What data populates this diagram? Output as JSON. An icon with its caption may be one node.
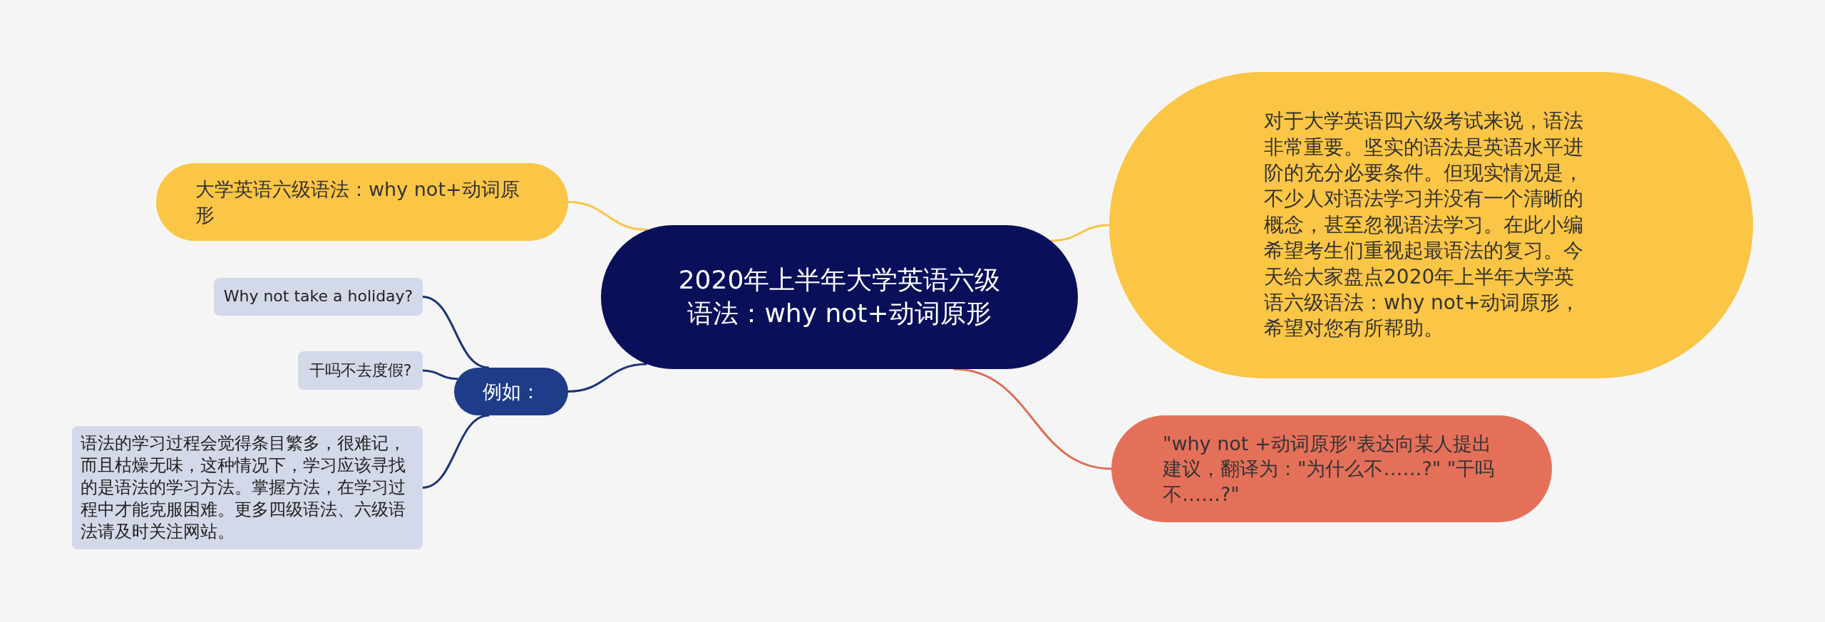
{
  "diagram": {
    "nodes": [
      {
        "text": [
          "2020年上半年大学英语六级语法：why not+动词原形"
        ]
      },
      {
        "text": [
          "大学英语六级语法：why not+动词原形"
        ]
      },
      {
        "text": [
          "对于大学英语四六级考试来说，语法非常重要。坚实的语法是英语水平进阶的充分必要条件。但现实情况是，不少人对语法学习并没有一个清晰的概念，甚至忽视语法学习。在此小编希望考生们重视起最语法的复习。今天给大家盘点2020年上半年大学英语六级语法：why not+动词原形，希望对您有所帮助。"
        ]
      },
      {
        "text": [
          "\"why not +动词原形\"表达向某人提出建议，翻译为：\"为什么不……?\" \"干吗不……?\""
        ]
      },
      {
        "text": [
          "例如："
        ]
      },
      {
        "text": [
          "Why not take a holiday?"
        ]
      },
      {
        "text": [
          "干吗不去度假?"
        ]
      },
      {
        "text": [
          "语法的学习过程会觉得条目繁多，很难记，而且枯燥无味，这种情况下，学习应该寻找的是语法的学习方法。掌握方法，在学习过程中才能克服困难。更多四级语法、六级语法请及时关注网站。"
        ]
      }
    ],
    "edges": [
      {
        "from": 0,
        "to": 1,
        "arrow": "none",
        "color": "#f7c646"
      },
      {
        "from": 0,
        "to": 2,
        "arrow": "none",
        "color": "#f7c646"
      },
      {
        "from": 0,
        "to": 3,
        "arrow": "none",
        "color": "#e06c53"
      },
      {
        "from": 0,
        "to": 4,
        "arrow": "none"
      },
      {
        "from": 4,
        "to": 5,
        "arrow": "none"
      },
      {
        "from": 4,
        "to": 6,
        "arrow": "none"
      },
      {
        "from": 4,
        "to": 7,
        "arrow": "none"
      }
    ]
  }
}
